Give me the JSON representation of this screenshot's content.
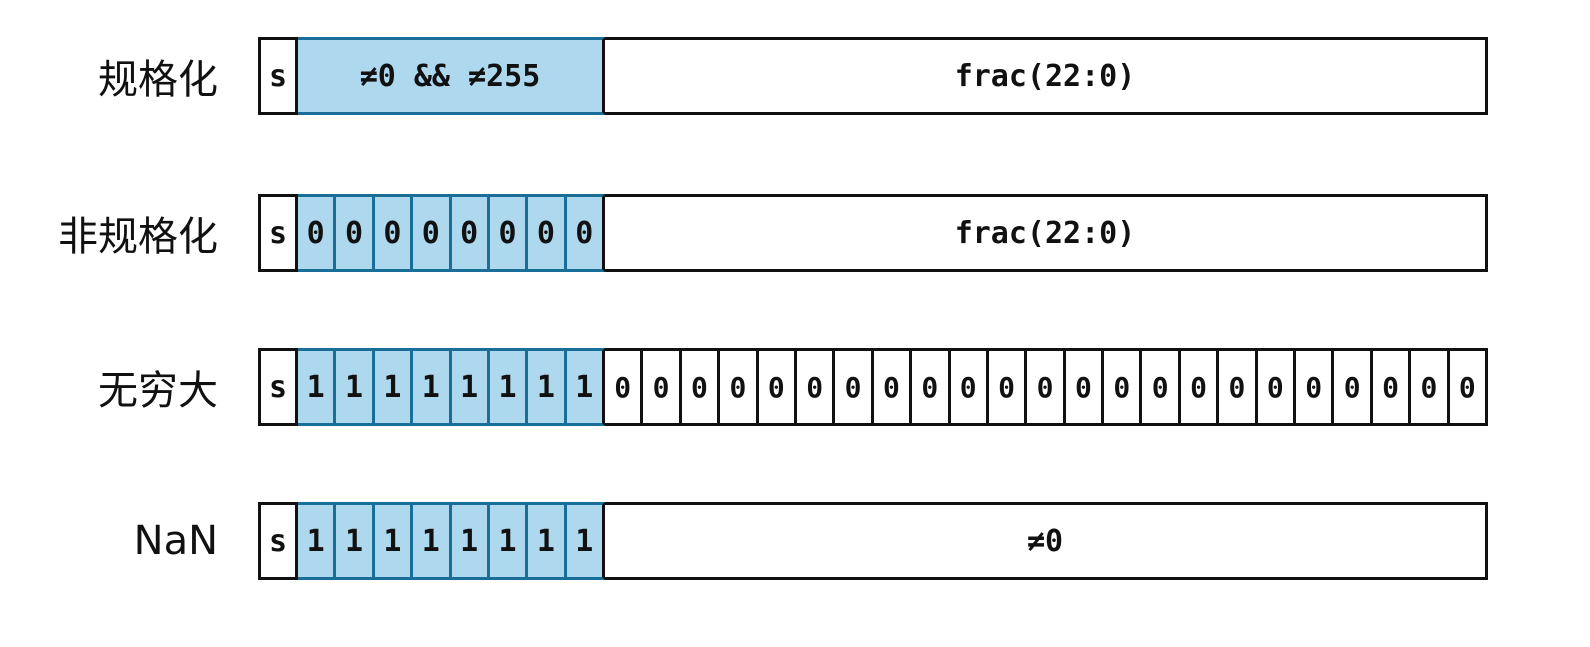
{
  "rows": [
    {
      "label": "规格化",
      "sign": "s",
      "exponent": {
        "kind": "wide",
        "text": "≠0 && ≠255"
      },
      "fraction": {
        "kind": "wide",
        "text": "frac(22:0)"
      }
    },
    {
      "label": "非规格化",
      "sign": "s",
      "exponent": {
        "kind": "bits",
        "bits": [
          "0",
          "0",
          "0",
          "0",
          "0",
          "0",
          "0",
          "0"
        ]
      },
      "fraction": {
        "kind": "wide",
        "text": "frac(22:0)"
      }
    },
    {
      "label": "无穷大",
      "sign": "s",
      "exponent": {
        "kind": "bits",
        "bits": [
          "1",
          "1",
          "1",
          "1",
          "1",
          "1",
          "1",
          "1"
        ]
      },
      "fraction": {
        "kind": "bits",
        "bits": [
          "0",
          "0",
          "0",
          "0",
          "0",
          "0",
          "0",
          "0",
          "0",
          "0",
          "0",
          "0",
          "0",
          "0",
          "0",
          "0",
          "0",
          "0",
          "0",
          "0",
          "0",
          "0",
          "0"
        ]
      }
    },
    {
      "label": "NaN",
      "sign": "s",
      "exponent": {
        "kind": "bits",
        "bits": [
          "1",
          "1",
          "1",
          "1",
          "1",
          "1",
          "1",
          "1"
        ]
      },
      "fraction": {
        "kind": "wide",
        "text": "≠0"
      }
    }
  ],
  "colors": {
    "exponent_fill": "#aed8ee",
    "exponent_border": "#1a6f98",
    "border": "#111111"
  }
}
